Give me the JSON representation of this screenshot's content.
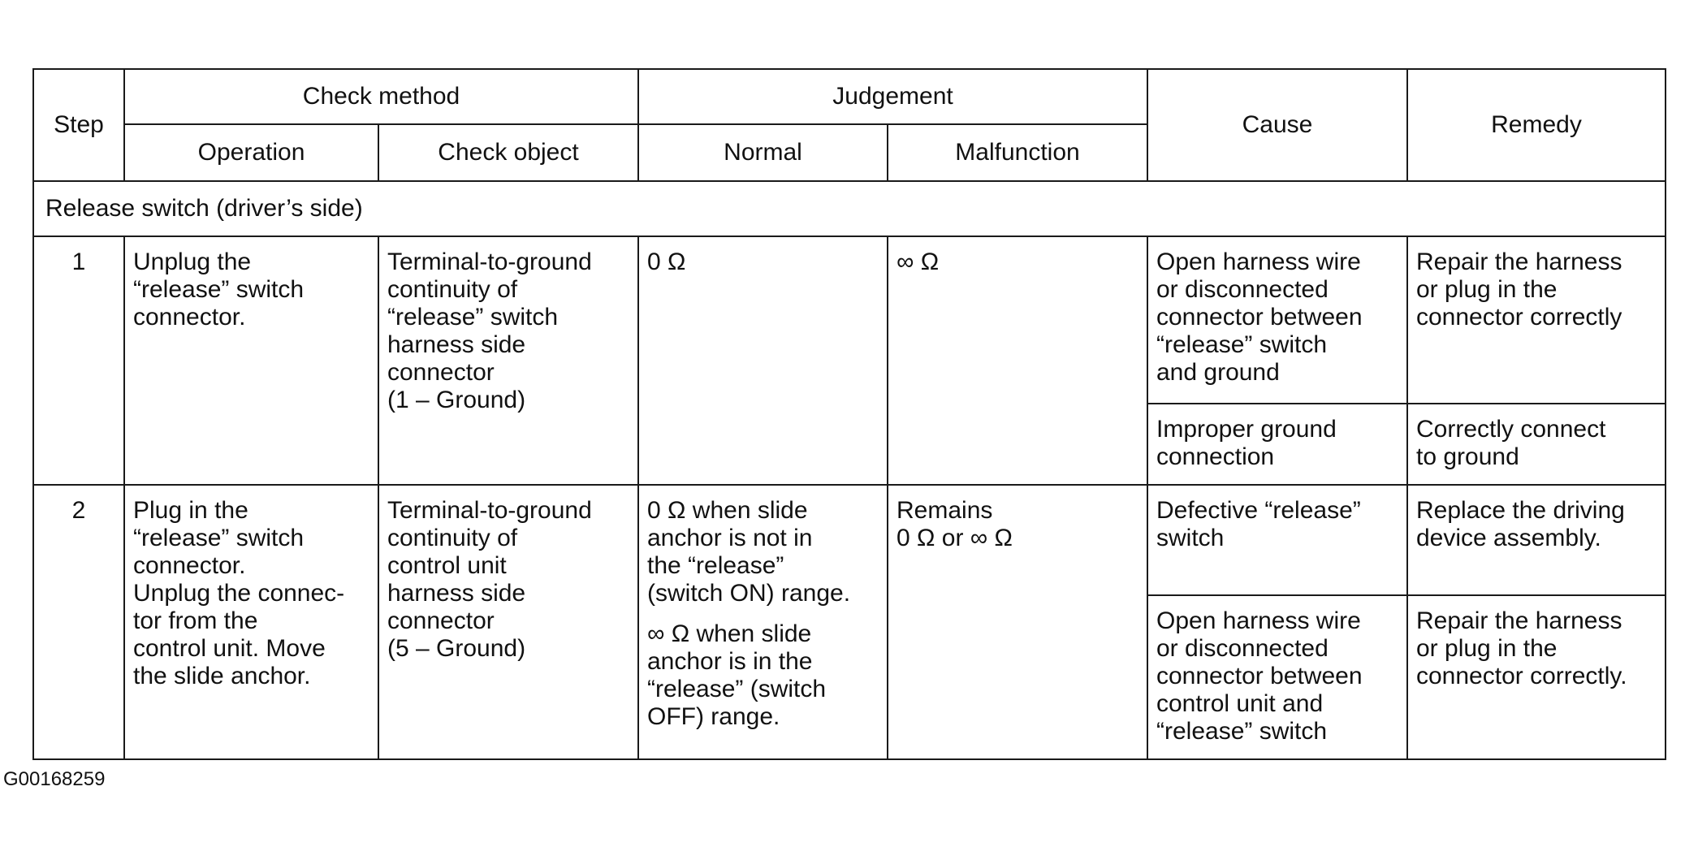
{
  "header": {
    "step": "Step",
    "check_method": "Check  method",
    "judgement": "Judgement",
    "cause": "Cause",
    "remedy": "Remedy",
    "operation": "Operation",
    "check_object": "Check  object",
    "normal": "Normal",
    "malfunction": "Malfunction"
  },
  "section_title": "Release switch (driver’s side)",
  "rows": [
    {
      "step": "1",
      "operation": "Unplug the\n“release” switch\nconnector.",
      "check_object": "Terminal-to-ground\ncontinuity of\n“release” switch\nharness side\nconnector\n(1 – Ground)",
      "normal": "0 Ω",
      "malfunction": "∞ Ω",
      "causes": [
        {
          "cause": "Open harness wire\nor disconnected\nconnector between\n“release” switch\nand ground",
          "remedy": "Repair the harness\nor plug in the\nconnector correctly"
        },
        {
          "cause": "Improper ground\nconnection",
          "remedy": "Correctly connect\nto ground"
        }
      ]
    },
    {
      "step": "2",
      "operation": "Plug in the\n“release” switch\nconnector.\nUnplug the connec-\ntor from the\ncontrol unit. Move\nthe slide anchor.",
      "check_object": "Terminal-to-ground\ncontinuity of\ncontrol unit\nharness side\nconnector\n(5 – Ground)",
      "normal_1": "0 Ω when slide\nanchor is not in\nthe “release”\n(switch ON) range.",
      "normal_2": "∞ Ω when slide\nanchor is in the\n“release” (switch\nOFF) range.",
      "malfunction": "Remains\n0 Ω or ∞ Ω",
      "causes": [
        {
          "cause": "Defective “release”\nswitch",
          "remedy": "Replace the driving\ndevice assembly."
        },
        {
          "cause": "Open harness wire\nor disconnected\nconnector between\ncontrol unit and\n“release” switch",
          "remedy": "Repair the harness\nor plug in the\nconnector correctly."
        }
      ]
    }
  ],
  "figure_id": "G00168259"
}
